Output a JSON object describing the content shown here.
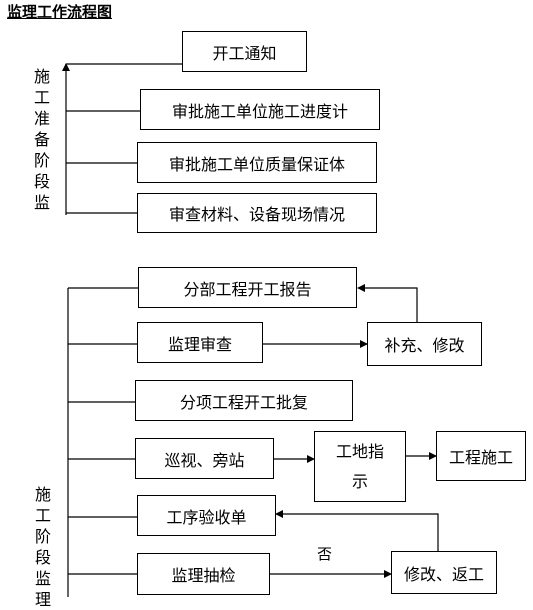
{
  "title": "监理工作流程图",
  "stages": [
    {
      "label": [
        "施",
        "工",
        "准",
        "备",
        "阶",
        "段",
        "监"
      ]
    },
    {
      "label": [
        "施",
        "工",
        "阶",
        "段",
        "监",
        "理"
      ]
    }
  ],
  "boxes": {
    "kaigong_tongzhi": "开工通知",
    "shenpi_jindu": "审批施工单位施工进度计",
    "shenpi_zhiliang": "审批施工单位质量保证体",
    "shencha_cailiao": "审查材料、设备现场情况",
    "fenbu_baogao": "分部工程开工报告",
    "jianli_shencha": "监理审查",
    "buchong_xiugai": "补充、修改",
    "fenxiang_pifu": "分项工程开工批复",
    "xunshi_pangzhan": "巡视、旁站",
    "gongdi_zhishi_1": "工地指",
    "gongdi_zhishi_2": "示",
    "gongcheng_shigong": "工程施工",
    "gongxu_yanshou": "工序验收单",
    "jianli_choujian": "监理抽检",
    "xiugai_fangong": "修改、返工"
  },
  "edge_labels": {
    "no": "否"
  }
}
